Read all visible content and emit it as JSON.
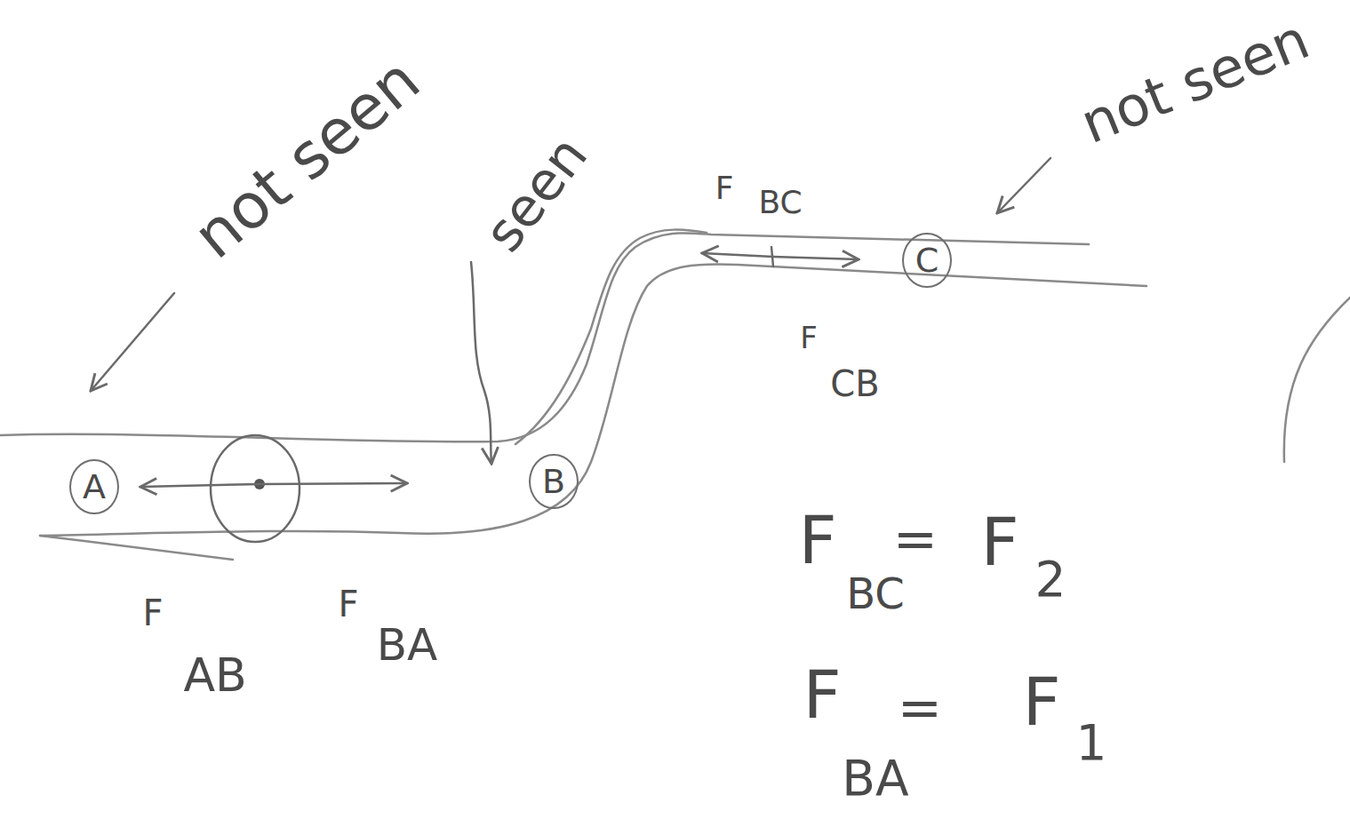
{
  "diagram": {
    "nodes": [
      {
        "text": [
          "A"
        ]
      },
      {
        "text": [
          "B"
        ]
      },
      {
        "text": [
          "C"
        ]
      }
    ],
    "labels": [
      "not seen",
      "seen",
      "not seen",
      "F",
      "BC",
      "F",
      "CB",
      "F",
      "AB",
      "F",
      "BA",
      "F",
      "BC",
      "=",
      "F",
      "2",
      "F",
      "BA",
      "=",
      "F",
      "1"
    ]
  }
}
